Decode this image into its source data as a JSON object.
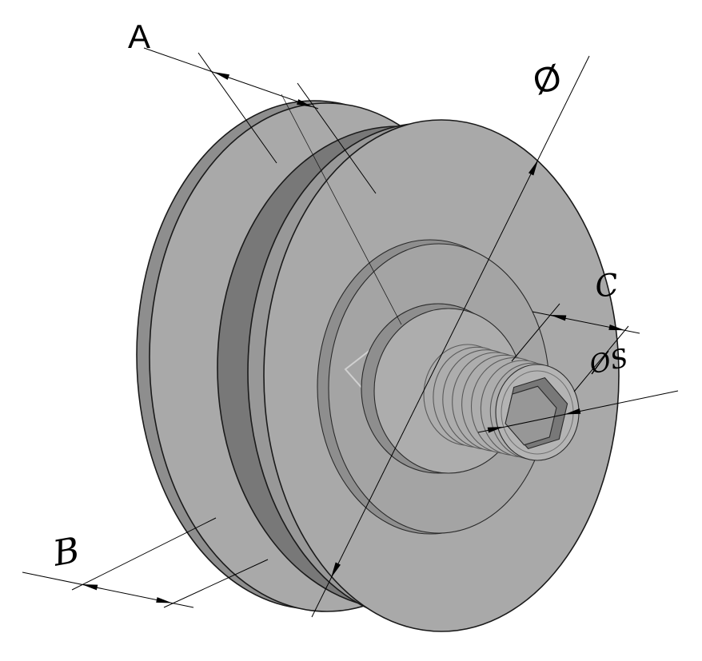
{
  "labels": {
    "dim_a": "A",
    "dim_b": "B",
    "dim_c": "C",
    "dim_diameter": "Ø",
    "dim_socket_size": "ØS"
  },
  "colors": {
    "background": "#ffffff",
    "outline": "#1a1a1a",
    "annotation": "#000000",
    "body_face": "#a9a9a9",
    "body_face_alt": "#a4a4a4",
    "body_light": "#adadad",
    "body_bright": "#b4b4b4",
    "body_mid": "#989898",
    "body_mid_dark": "#8e8e8e",
    "body_dark": "#787878",
    "hex_floor": "#979797",
    "highlight": "#d8d8d8"
  }
}
